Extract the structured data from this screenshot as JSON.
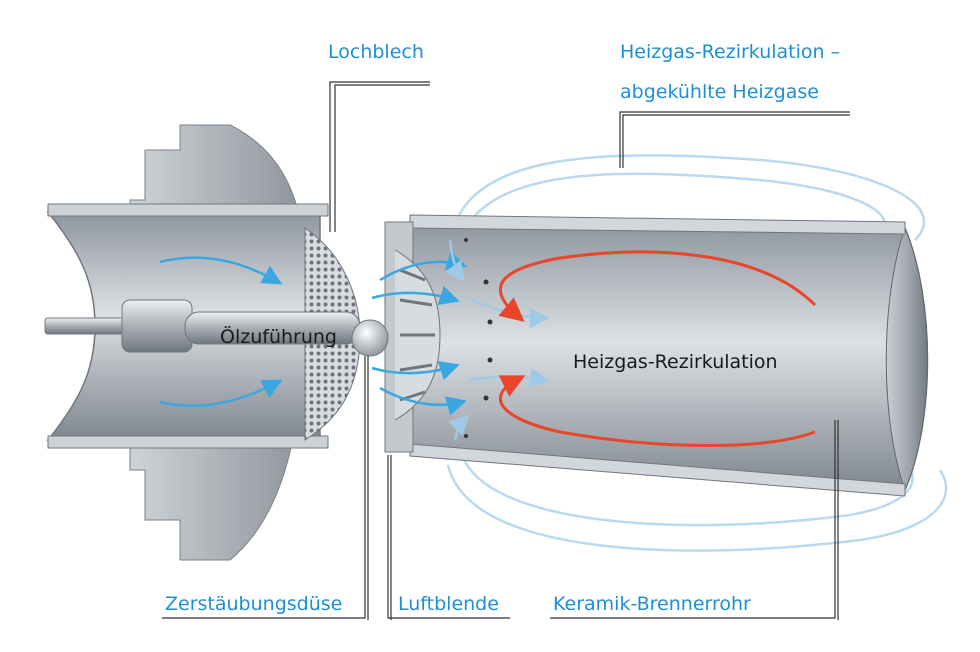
{
  "labels": {
    "lochblech": "Lochblech",
    "heizgas_top_line1": "Heizgas-Rezirkulation –",
    "heizgas_top_line2": "abgekühlte Heizgase",
    "oelzufuehrung": "Ölzuführung",
    "heizgas_center": "Heizgas-Rezirkulation",
    "zerstaeubungsduese": "Zerstäubungsdüse",
    "luftblende": "Luftblende",
    "keramik": "Keramik-Brennerrohr"
  },
  "colors": {
    "label_blue": "#1f8fd3",
    "air_flow": "#3aa7e0",
    "hot_gas": "#e8452a",
    "metal": "#b9bfc6",
    "leader": "#333333"
  },
  "icons": [
    "air-flow-arrow",
    "hot-gas-arrow",
    "recirculation-loop"
  ]
}
